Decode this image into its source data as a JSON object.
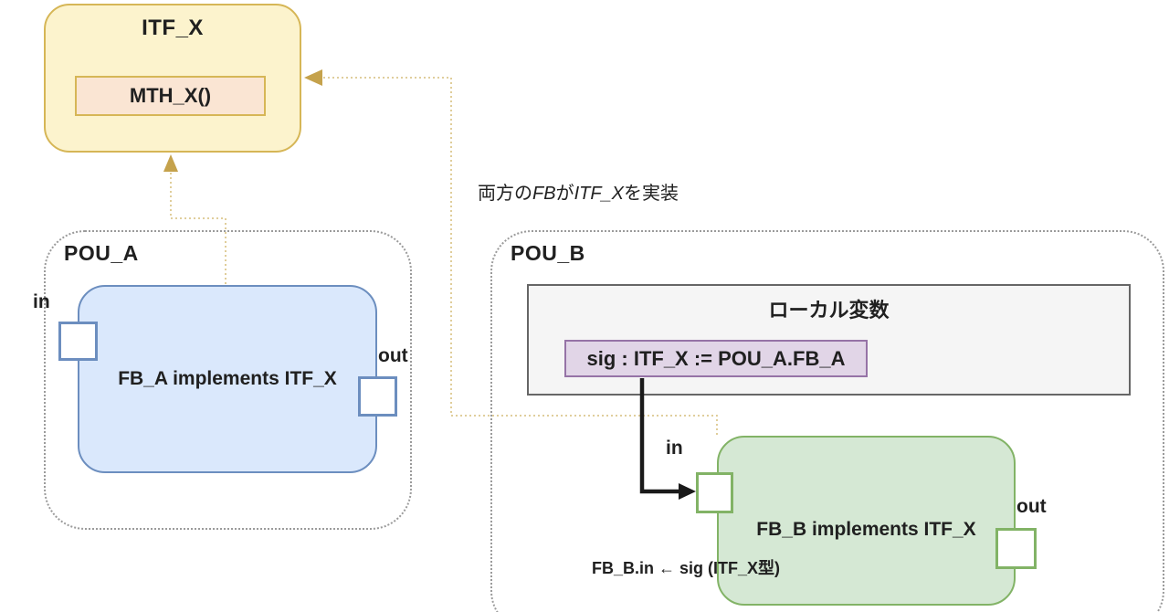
{
  "palette": {
    "yellow-fill": "#FCF3CD",
    "yellow-border": "#D6B656",
    "peach-fill": "#FAE5D3",
    "blue-fill": "#DAE8FC",
    "blue-border": "#6C8EBF",
    "green-fill": "#D5E8D4",
    "green-border": "#82B366",
    "purple-fill": "#E1D5E7",
    "purple-border": "#9673A6",
    "gray-fill": "#F5F5F5",
    "gray-border": "#666666",
    "container-border": "#9B9B9B",
    "connector-line": "#DCC88F",
    "connector-arrow": "#C5A24C",
    "arrow-black": "#1A1A1A",
    "text": "#202020"
  },
  "itf": {
    "title": "ITF_X",
    "method": "MTH_X()"
  },
  "annotation": {
    "pre": "両方の",
    "fb": "FB",
    "mid": "が",
    "itf": "ITF_X",
    "post": "を実装"
  },
  "pou_a": {
    "label": "POU_A",
    "fb_label": "FB_A implements ITF_X",
    "in": "in",
    "out": "out"
  },
  "pou_b": {
    "label": "POU_B",
    "vars_title": "ローカル変数",
    "declaration": "sig : ITF_X := POU_A.FB_A",
    "fb_label": "FB_B implements ITF_X",
    "in": "in",
    "out": "out",
    "note": "FB_B.in ← sig (ITF_X型)"
  }
}
